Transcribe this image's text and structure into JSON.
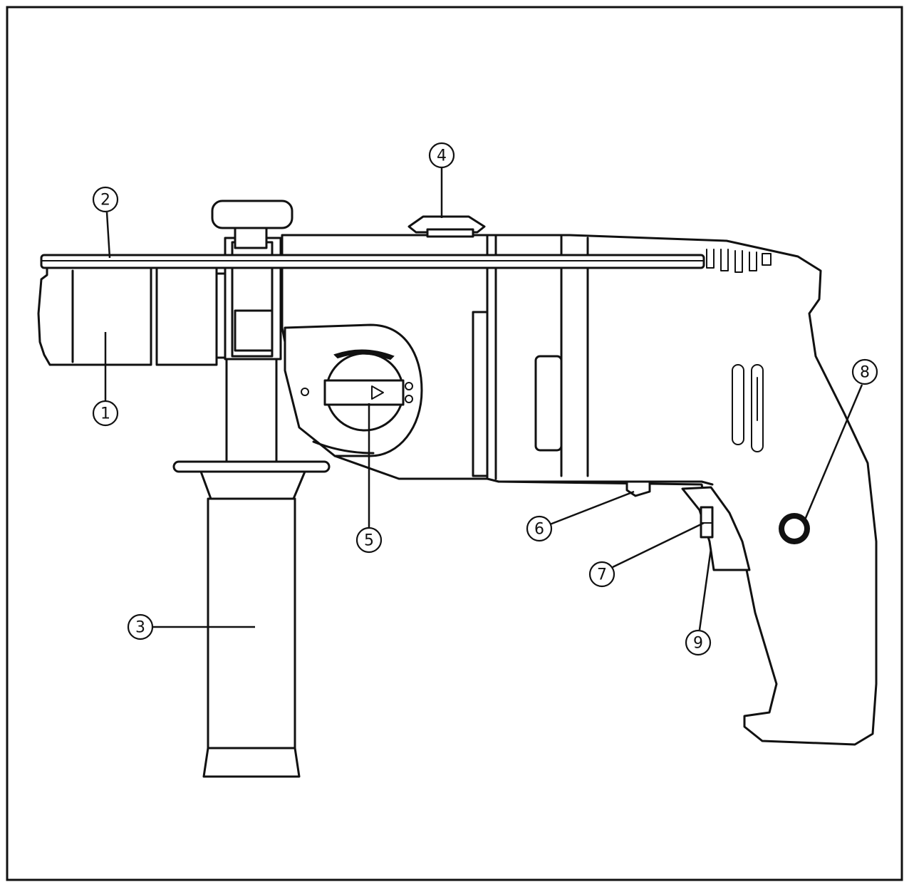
{
  "callouts": [
    {
      "number": "1",
      "part": "chuck"
    },
    {
      "number": "2",
      "part": "depth-gauge"
    },
    {
      "number": "3",
      "part": "auxiliary-handle"
    },
    {
      "number": "4",
      "part": "top-knob"
    },
    {
      "number": "5",
      "part": "mode-selector"
    },
    {
      "number": "6",
      "part": "lock-button"
    },
    {
      "number": "7",
      "part": "speed-wheel"
    },
    {
      "number": "8",
      "part": "direction-switch"
    },
    {
      "number": "9",
      "part": "trigger"
    }
  ],
  "colors": {
    "ink": "#111111",
    "paper": "#ffffff"
  }
}
